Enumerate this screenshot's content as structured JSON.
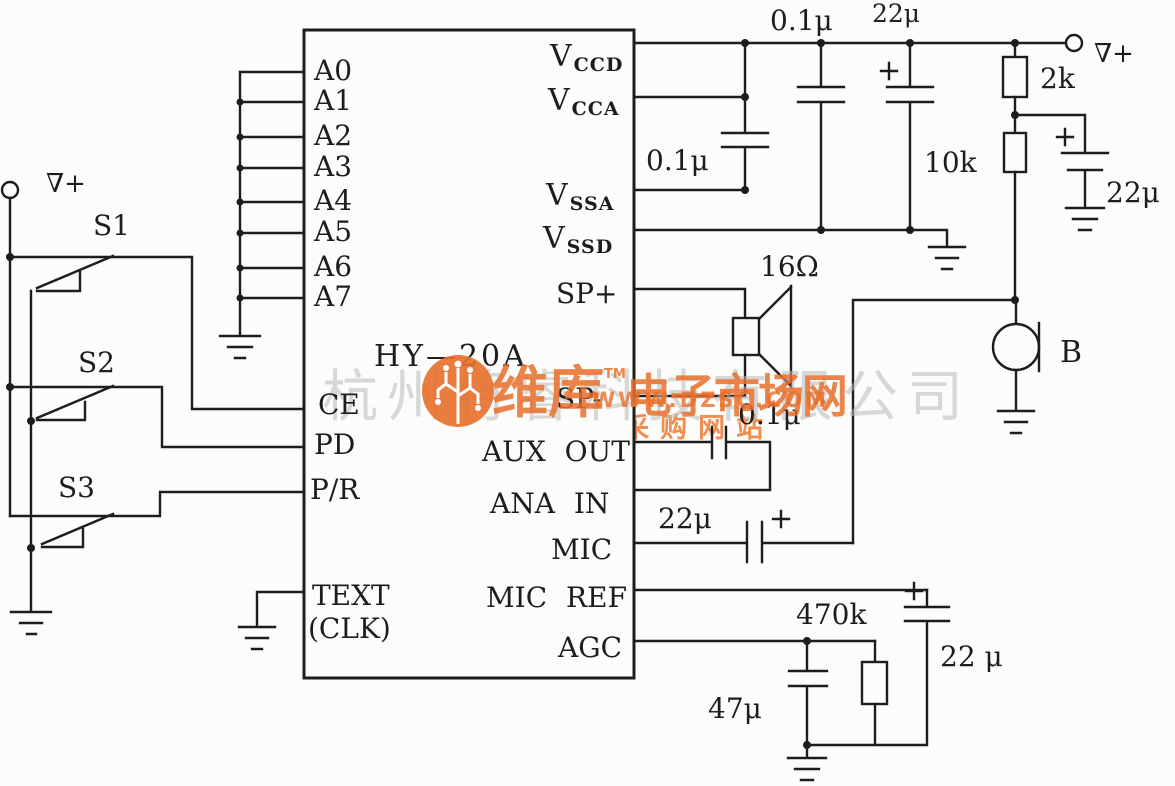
{
  "ic": {
    "part_number": "HY—20A",
    "left_pins": [
      "A0",
      "A1",
      "A2",
      "A3",
      "A4",
      "A5",
      "A6",
      "A7"
    ],
    "control_pins": [
      "CE",
      "PD",
      "P/R"
    ],
    "clock_pin_line1": "TEXT",
    "clock_pin_line2": "(CLK)",
    "right_pins_sub": [
      {
        "main": "V",
        "sub": "CCD"
      },
      {
        "main": "V",
        "sub": "CCA"
      },
      {
        "main": "V",
        "sub": "SSA"
      },
      {
        "main": "V",
        "sub": "SSD"
      }
    ],
    "right_pins": [
      "SP+",
      "SP-",
      "AUX OUT",
      "ANA IN",
      "MIC",
      "MIC REF",
      "AGC"
    ]
  },
  "components": {
    "power_left": "∇+",
    "power_right": "∇+",
    "switches": [
      "S1",
      "S2",
      "S3"
    ],
    "r2k": "2k",
    "r10k": "10k",
    "r470k": "470k",
    "c01_top": "0.1μ",
    "c22_top": "22μ",
    "c01_decouple": "0.1μ",
    "c22_power": "22μ",
    "speaker_impedance": "16Ω",
    "c01_aux": "0.1μ",
    "c22_mic": "22μ",
    "mic_label": "B",
    "c22_micref": "22 μ",
    "c47_agc": "47μ",
    "plus_sign": "+"
  },
  "watermark": {
    "company": "杭州将睿科技有限公司",
    "brand_left": "维库",
    "brand_tm": "TM",
    "brand_right": "电子市场网",
    "url": "WWW.DZSC.COM",
    "slogan": "全球最大IC采购网站",
    "orange": "#e8702c"
  }
}
